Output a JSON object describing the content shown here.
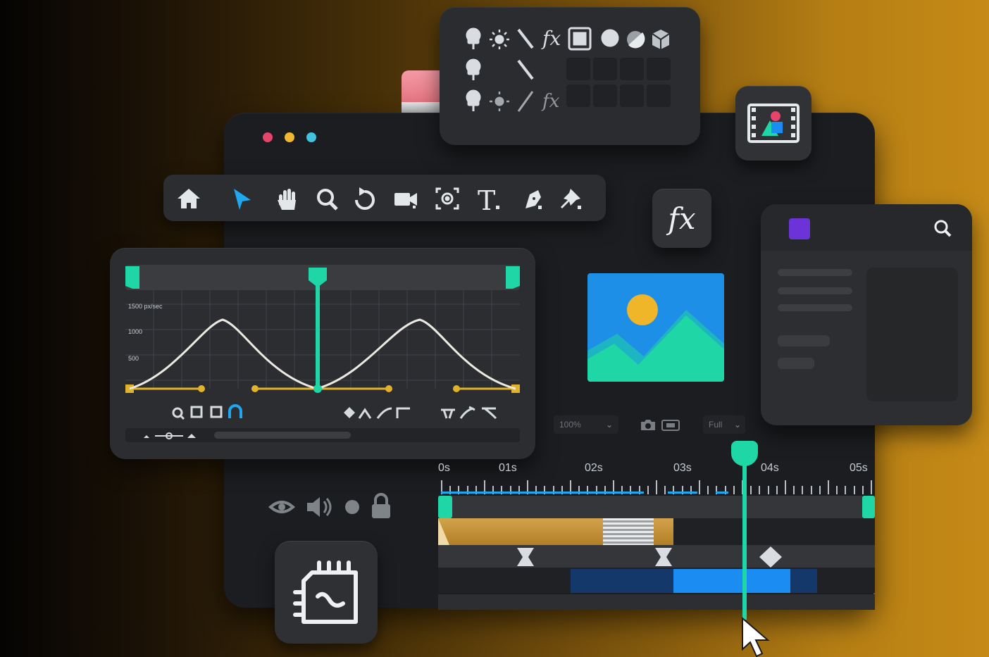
{
  "window": {
    "traffic_lights": [
      "#e8436b",
      "#f1b733",
      "#3fc3e0"
    ]
  },
  "toolbar": {
    "tools": [
      {
        "name": "home-icon"
      },
      {
        "name": "select-arrow-icon",
        "active": true
      },
      {
        "name": "hand-pan-icon"
      },
      {
        "name": "zoom-magnifier-icon"
      },
      {
        "name": "rotate-icon"
      },
      {
        "name": "camera-icon"
      },
      {
        "name": "anchor-point-icon"
      },
      {
        "name": "text-tool-icon",
        "glyph": "T."
      },
      {
        "name": "pen-tool-icon"
      },
      {
        "name": "pin-tool-icon"
      }
    ]
  },
  "effects_panel": {
    "fx_label": "fx"
  },
  "fx_button": {
    "label": "fx"
  },
  "graph_editor": {
    "y_labels": [
      "1500 px/sec",
      "1000",
      "500"
    ],
    "accent": "#1fd6a6",
    "curve_color": "#e9e7e2",
    "handle_color": "#e0b32a"
  },
  "preview": {
    "sky": "#1e8fe6",
    "sun": "#f0b62a",
    "mountains": "#1fd6a6"
  },
  "viewer_controls": {
    "zoom": "100%",
    "resolution": "Full"
  },
  "timeline": {
    "labels": [
      "0s",
      "01s",
      "02s",
      "03s",
      "04s",
      "05s"
    ],
    "playhead_color": "#1fd6a6",
    "track_blue": "#1a8cf2"
  },
  "layer_controls": [
    "eye-icon",
    "speaker-icon",
    "solo-dot-icon",
    "lock-icon"
  ],
  "side_panel": {
    "swatch": "#6c34d8"
  }
}
